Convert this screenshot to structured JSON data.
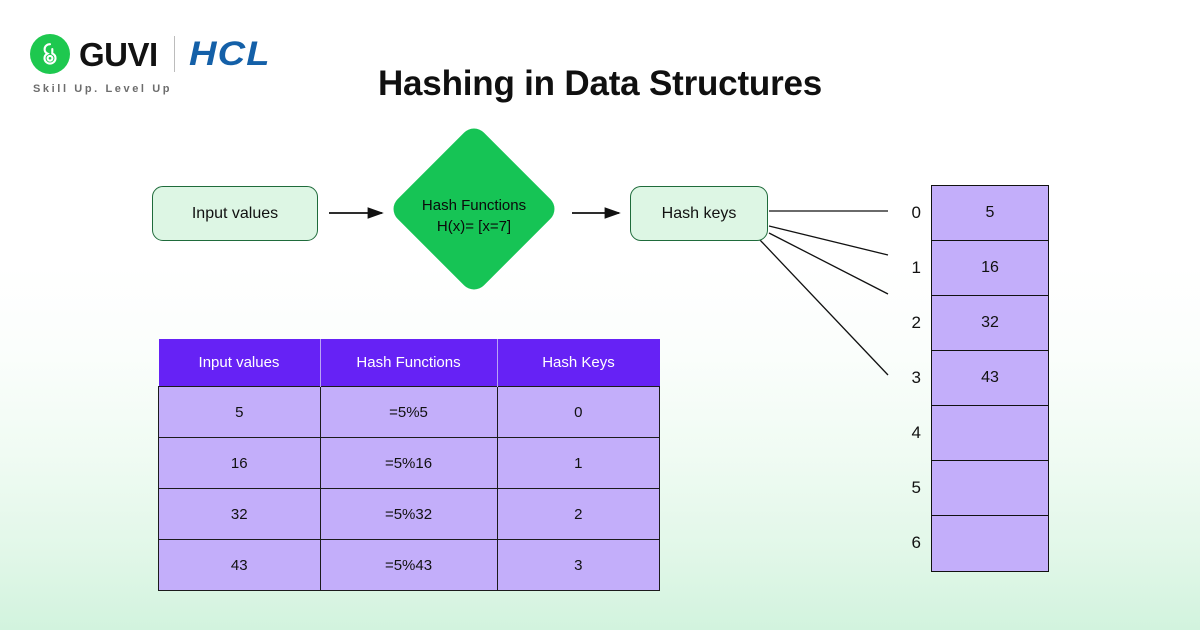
{
  "brand": {
    "logo_icon": "guvi-g-mark",
    "name": "GUVI",
    "partner": "HCL",
    "tagline": "Skill Up. Level Up",
    "accent_green": "#1ec84f",
    "partner_blue": "#1460a8"
  },
  "header": {
    "title": "Hashing in Data Structures"
  },
  "flow": {
    "input_node": "Input values",
    "function_node_line1": "Hash Functions",
    "function_node_line2": "H(x)= [x=7]",
    "output_node": "Hash keys",
    "arrow_icon": "arrow-right-icon",
    "diamond_color": "#16c455",
    "node_fill": "#ddf6e4",
    "node_border": "#1f6b3b"
  },
  "hash_table": {
    "indices": [
      "0",
      "1",
      "2",
      "3",
      "4",
      "5",
      "6"
    ],
    "slots": [
      "5",
      "16",
      "32",
      "43",
      "",
      "",
      ""
    ],
    "slot_fill": "#c3aefa"
  },
  "data_table": {
    "headers": [
      "Input values",
      "Hash Functions",
      "Hash Keys"
    ],
    "rows": [
      [
        "5",
        "=5%5",
        "0"
      ],
      [
        "16",
        "=5%16",
        "1"
      ],
      [
        "32",
        "=5%32",
        "2"
      ],
      [
        "43",
        "=5%43",
        "3"
      ]
    ],
    "header_bg": "#6622f5",
    "cell_bg": "#c3aefa"
  },
  "chart_data": {
    "type": "table",
    "title": "Hashing in Data Structures",
    "categories": [
      "Input values",
      "Hash Functions",
      "Hash Keys"
    ],
    "series": [
      {
        "name": "Input values",
        "values": [
          "5",
          "16",
          "32",
          "43"
        ]
      },
      {
        "name": "Hash Functions",
        "values": [
          "=5%5",
          "=5%16",
          "=5%32",
          "=5%43"
        ]
      },
      {
        "name": "Hash Keys",
        "values": [
          "0",
          "1",
          "2",
          "3"
        ]
      }
    ],
    "annotations": [
      "H(x)= [x=7]"
    ],
    "bucket_indices": [
      "0",
      "1",
      "2",
      "3",
      "4",
      "5",
      "6"
    ],
    "bucket_values": [
      "5",
      "16",
      "32",
      "43",
      "",
      "",
      ""
    ]
  }
}
